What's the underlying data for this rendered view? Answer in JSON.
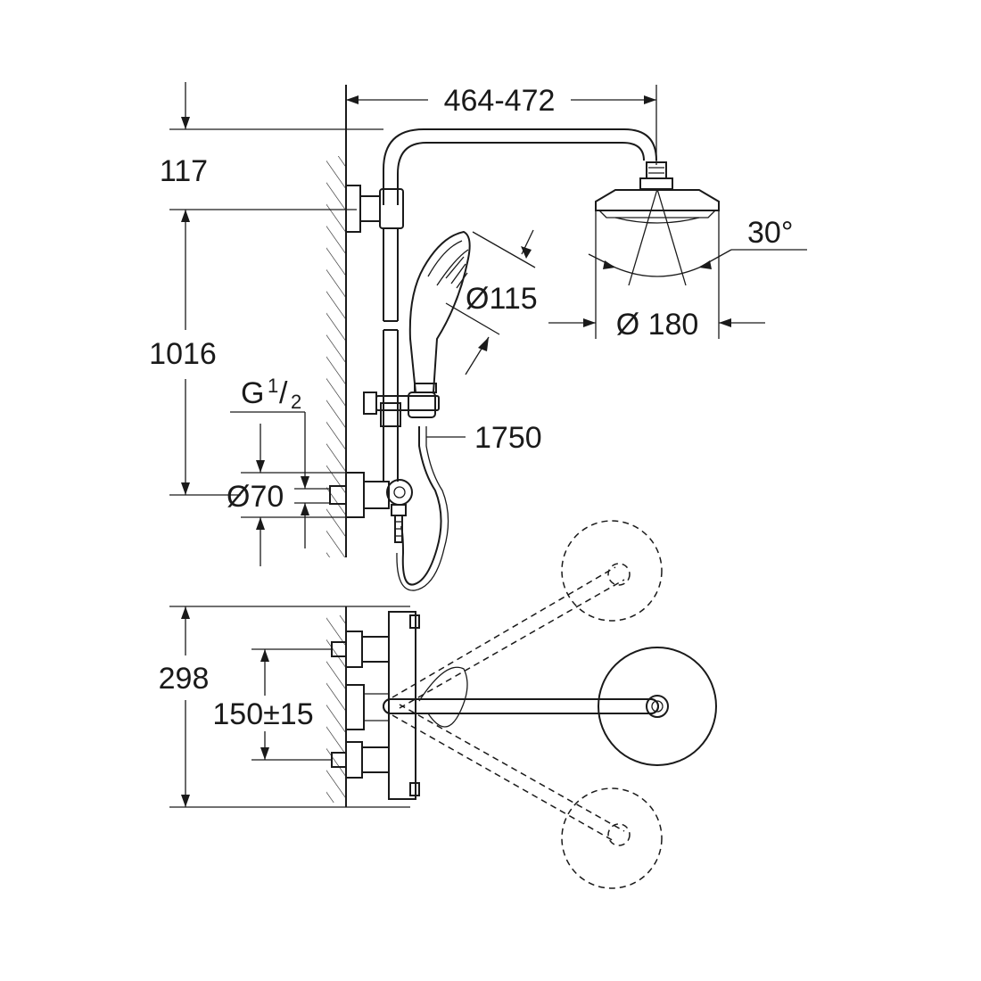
{
  "dimensions": {
    "arm_reach": "464-472",
    "top_offset": "117",
    "rail_height": "1016",
    "thread_prefix": "G",
    "thread_num": "1",
    "thread_den": "2",
    "inlet_diameter": "Ø70",
    "hose_length": "1750",
    "hand_shower_diameter": "Ø115",
    "head_shower_diameter": "Ø 180",
    "spray_angle": "30°",
    "plan_depth": "298",
    "connection_spacing": "150±15"
  }
}
